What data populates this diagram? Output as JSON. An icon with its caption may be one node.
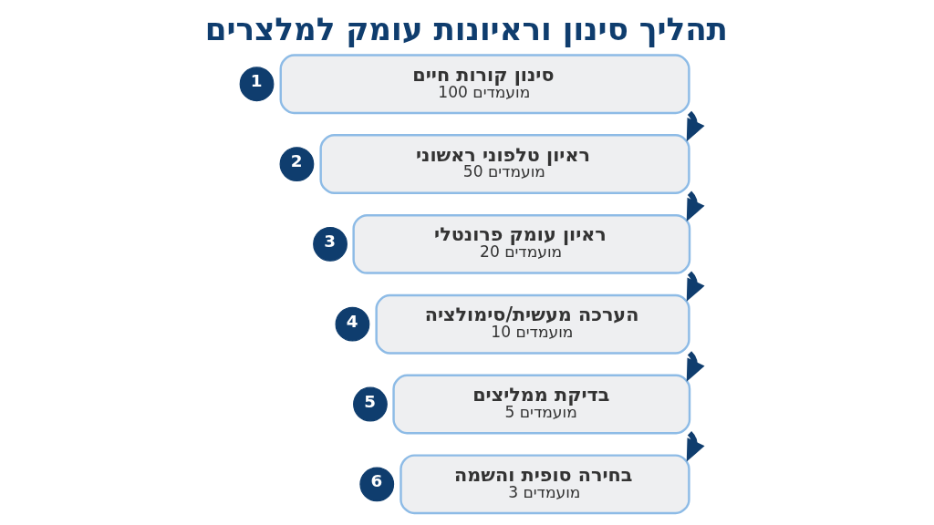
{
  "diagram": {
    "title": "תהליך סינון וראיונות עומק למלצרים",
    "nodes": [
      {
        "text": [
          "סינון קורות חיים",
          "100 מועמדים"
        ]
      },
      {
        "text": [
          "1"
        ]
      },
      {
        "text": [
          "ראיון טלפוני ראשוני",
          "50 מועמדים"
        ]
      },
      {
        "text": [
          "2"
        ]
      },
      {
        "text": [
          "ראיון עומק פרונטלי",
          "20 מועמדים"
        ]
      },
      {
        "text": [
          "3"
        ]
      },
      {
        "text": [
          "הערכה מעשית/סימולציה",
          "10 מועמדים"
        ]
      },
      {
        "text": [
          "4"
        ]
      },
      {
        "text": [
          "בדיקת ממליצים",
          "5 מועמדים"
        ]
      },
      {
        "text": [
          "5"
        ]
      },
      {
        "text": [
          "בחירה סופית והשמה",
          "3 מועמדים"
        ]
      },
      {
        "text": [
          "6"
        ]
      }
    ],
    "edges": [
      {
        "from": 0,
        "to": 2,
        "arrow": "to"
      },
      {
        "from": 2,
        "to": 4,
        "arrow": "to"
      },
      {
        "from": 4,
        "to": 6,
        "arrow": "to"
      },
      {
        "from": 6,
        "to": 8,
        "arrow": "to"
      },
      {
        "from": 8,
        "to": 10,
        "arrow": "to"
      }
    ]
  }
}
